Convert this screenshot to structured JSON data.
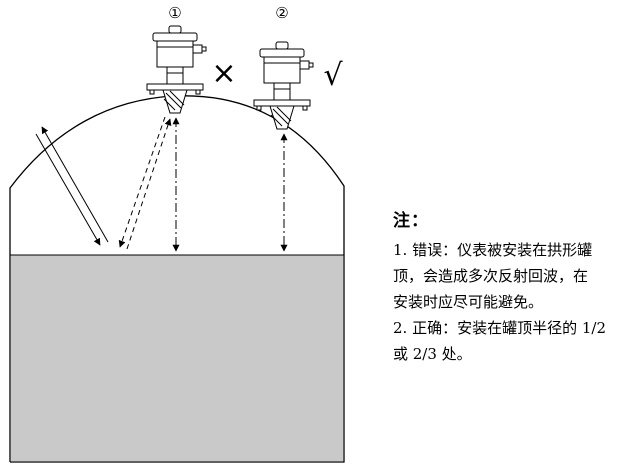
{
  "diagram": {
    "sensor1_label": "①",
    "sensor2_label": "②",
    "wrong_mark": "×",
    "correct_mark": "√"
  },
  "note": {
    "title": "注：",
    "lines": [
      "1. 错误：仪表被安装在拱形罐",
      "顶，会造成多次反射回波，在",
      "安装时应尽可能避免。",
      "2. 正确：安装在罐顶半径的 1/2",
      "或 2/3 处。"
    ]
  },
  "colors": {
    "liquid": "#c9c9c9",
    "line": "#000000",
    "background": "#ffffff"
  }
}
